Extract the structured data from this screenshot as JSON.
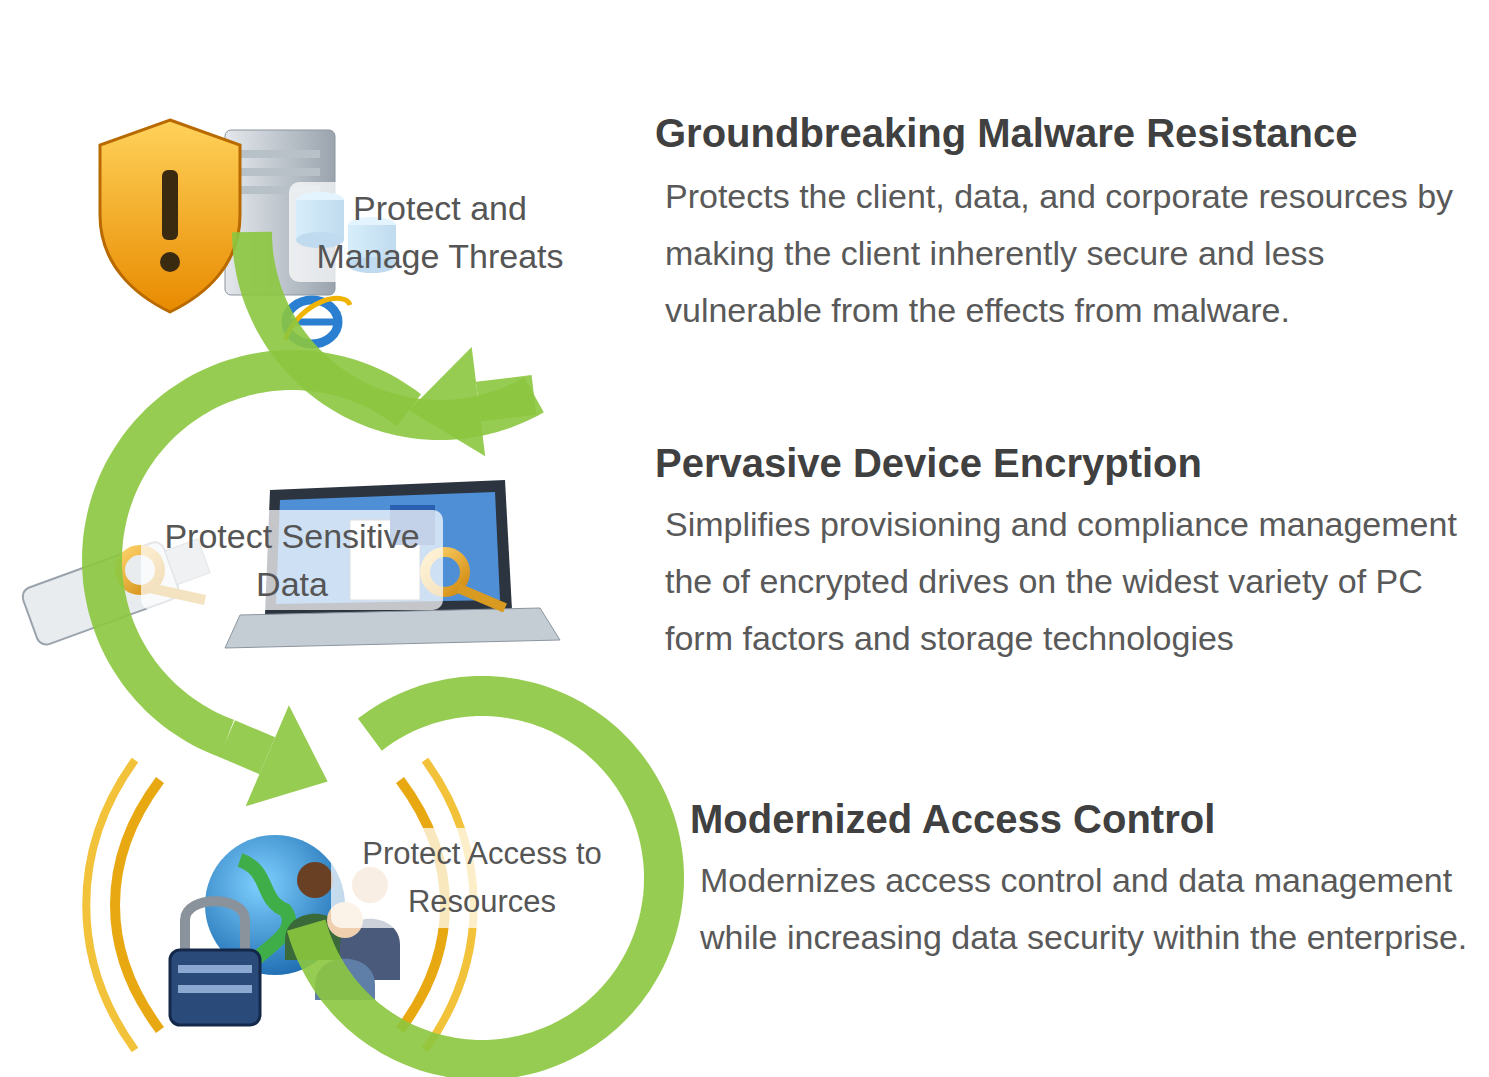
{
  "diagram": {
    "nodes": [
      {
        "text": [
          "Protect and Manage Threats"
        ]
      },
      {
        "text": [
          "Protect Sensitive Data"
        ]
      },
      {
        "text": [
          "Protect Access to Resources"
        ]
      }
    ],
    "edges": [
      {
        "from": 0,
        "to": 1,
        "arrow": "to"
      },
      {
        "from": 1,
        "to": 2,
        "arrow": "to"
      }
    ],
    "labels": [
      "Groundbreaking Malware Resistance",
      "Protects the client, data, and corporate resources by making the client inherently secure and less vulnerable from the effects from malware.",
      "Pervasive Device Encryption",
      "Simplifies provisioning and compliance management the of encrypted drives on the widest variety of PC form factors and storage technologies",
      "Modernized Access Control",
      "Modernizes access control and data management while increasing data security within the enterprise."
    ]
  }
}
